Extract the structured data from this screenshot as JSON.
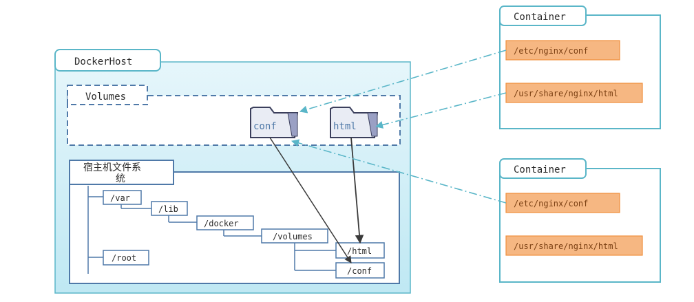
{
  "docker_host": {
    "title": "DockerHost",
    "volumes_label": "Volumes",
    "host_fs_label_line1": "宿主机文件系",
    "host_fs_label_line2": "统",
    "volumes": [
      {
        "name": "conf",
        "icon": "folder-icon"
      },
      {
        "name": "html",
        "icon": "folder-icon"
      }
    ],
    "tree": {
      "var": "/var",
      "lib": "/lib",
      "docker": "/docker",
      "volumes": "/volumes",
      "html": "/html",
      "conf": "/conf",
      "root": "/root"
    }
  },
  "containers": [
    {
      "title": "Container",
      "paths": [
        "/etc/nginx/conf",
        "/usr/share/nginx/html"
      ]
    },
    {
      "title": "Container",
      "paths": [
        "/etc/nginx/conf",
        "/usr/share/nginx/html"
      ]
    }
  ],
  "colors": {
    "accent": "#5ab6c8",
    "host_bg": "#d8f0f7",
    "volumes_dash": "#4f79a8",
    "orange_fill": "#f6b782",
    "orange_stroke": "#ef8f3c",
    "arrow": "#3a3a3a",
    "dashdot": "#5ab6c8"
  }
}
